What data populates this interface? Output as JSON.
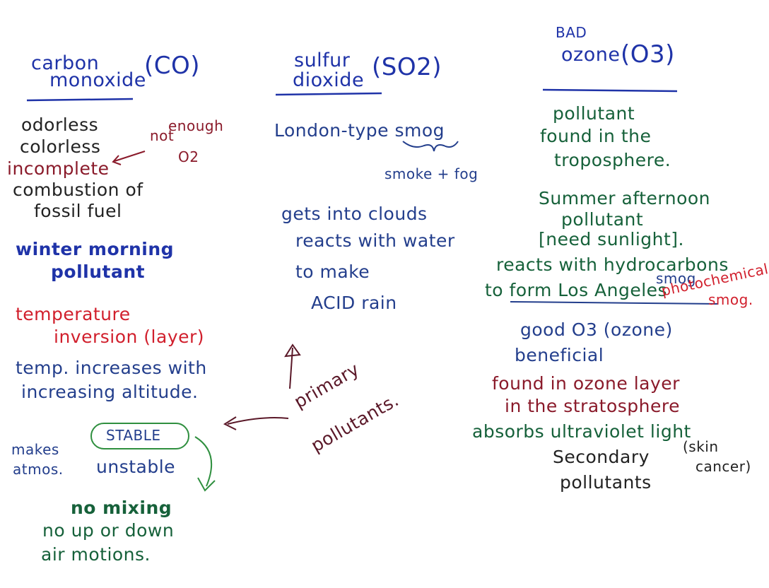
{
  "colors": {
    "blue": "#1f33a8",
    "black": "#222222",
    "red": "#d11f2c",
    "maroon": "#8a1a2a",
    "green": "#16613a",
    "brown": "#5a1828"
  },
  "left": {
    "title_line1": "carbon",
    "title_line2": "monoxide",
    "title_formula": "(CO)",
    "odorless": "odorless",
    "colorless": "colorless",
    "not_enough": "not",
    "enough": "enough",
    "o2": "O2",
    "incomplete": "incomplete",
    "combustion": "combustion of",
    "fossil": "fossil fuel",
    "winter": "winter morning",
    "pollutant": "pollutant",
    "temperature": "temperature",
    "inversion": "inversion (layer)",
    "temp_increases": "temp. increases with",
    "increasing_alt": "increasing altitude.",
    "makes": "makes",
    "atmos": "atmos.",
    "stable": "STABLE",
    "unstable": "unstable",
    "no_mixing": "no mixing",
    "no_up_down": "no up or down",
    "air_motions": "air motions."
  },
  "middle": {
    "title_line1": "sulfur",
    "title_line2": "dioxide",
    "title_formula": "(SO2)",
    "london": "London-type smog",
    "smoke_fog": "smoke + fog",
    "gets_into": "gets into clouds",
    "reacts": "reacts with water",
    "to_make": "to make",
    "acid_rain": "ACID rain",
    "primary": "primary",
    "pollutants": "pollutants."
  },
  "right": {
    "bad": "BAD",
    "ozone_title": "ozone",
    "ozone_formula": "(O3)",
    "pollutant": "pollutant",
    "found_in": "found in the",
    "troposphere": "troposphere.",
    "summer": "Summer afternoon",
    "pollutant2": "pollutant",
    "need_sunlight": "[need sunlight].",
    "reacts_hydro": "reacts with hydrocarbons",
    "to_form": "to form Los Angeles",
    "smog": "smog",
    "photochemical": "photochemical",
    "smog2": "smog.",
    "good_o3": "good O3 (ozone)",
    "beneficial": "beneficial",
    "found_ozone_layer": "found in ozone layer",
    "in_stratosphere": "in the stratosphere",
    "absorbs": "absorbs ultraviolet light",
    "skin": "(skin",
    "cancer": "cancer)",
    "secondary": "Secondary",
    "pollutant3": "pollutants"
  }
}
